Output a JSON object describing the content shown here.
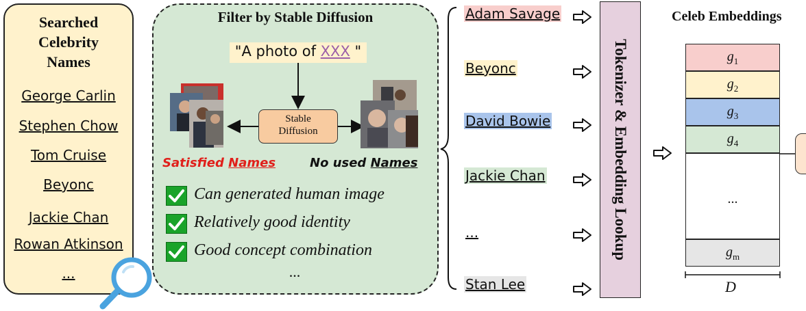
{
  "names_panel": {
    "title": "Searched\nCelebrity\nNames",
    "names": [
      "George Carlin",
      "Stephen Chow",
      "Tom Cruise",
      "Beyonc",
      "Jackie Chan",
      "Rowan Atkinson",
      "..."
    ]
  },
  "filter_panel": {
    "title": "Filter by Stable Diffusion",
    "prompt_prefix": "\"A photo of ",
    "prompt_var": "XXX",
    "prompt_suffix": " \"",
    "sd_label": "Stable\nDiffusion",
    "satisfied_prefix": "Satisfied ",
    "satisfied_word": "Names",
    "unused_prefix": "No used ",
    "unused_word": "Names",
    "criteria": [
      "Can generated human image",
      "Relatively good identity",
      "Good concept combination"
    ],
    "ellipsis": "..."
  },
  "name_list": [
    {
      "label": "Adam Savage",
      "color": "#f8cecc"
    },
    {
      "label": "Beyonc",
      "color": "#fff2cc"
    },
    {
      "label": "David Bowie",
      "color": "#a9c4eb"
    },
    {
      "label": "Jackie Chan",
      "color": "#d5e8d4"
    },
    {
      "label": "...",
      "color": "#ffffff"
    },
    {
      "label": "Stan Lee",
      "color": "#e6e6e6"
    }
  ],
  "tokenizer_label": "Tokenizer & Embedding Lookup",
  "embeddings": {
    "title": "Celeb Embeddings",
    "rows": [
      {
        "sym": "g",
        "sub": "1",
        "color": "#f8cecc"
      },
      {
        "sym": "g",
        "sub": "2",
        "color": "#fff2cc"
      },
      {
        "sym": "g",
        "sub": "3",
        "color": "#a9c4eb"
      },
      {
        "sym": "g",
        "sub": "4",
        "color": "#d5e8d4"
      },
      {
        "sym": "g",
        "sub": "m",
        "color": "#e6e6e6"
      }
    ],
    "ellipsis": "...",
    "dim_label": "D"
  },
  "colors": {
    "names_panel_bg": "#fff2cc",
    "filter_panel_bg": "#d5e8d4",
    "sd_box_bg": "#f8cba0",
    "tokenizer_bg": "#e6d0de",
    "satisfied_red": "#e0201b",
    "check_green": "#1aa32a",
    "magnifier_blue": "#4aa3df"
  }
}
